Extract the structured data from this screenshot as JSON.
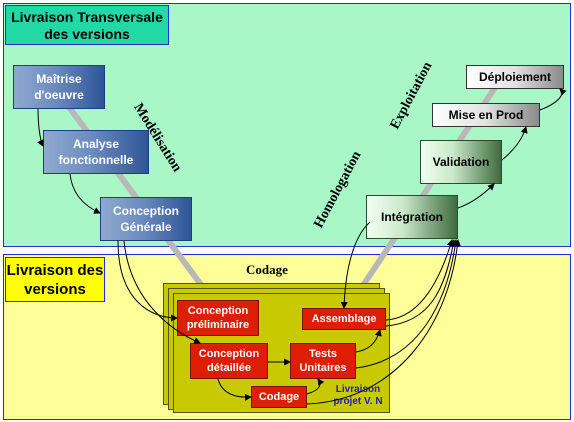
{
  "panels": {
    "top_title": "Livraison Transversale des versions",
    "bottom_title": "Livraison des versions"
  },
  "left_chain": {
    "maitrise": "Maîtrise d'oeuvre",
    "analyse": "Analyse fonctionnelle",
    "conception_generale": "Conception Générale"
  },
  "right_chain": {
    "integration": "Intégration",
    "validation": "Validation",
    "mise_en_prod": "Mise en Prod",
    "deploiement": "Déploiement"
  },
  "phase_labels": {
    "modelisation": "Modélisation",
    "homologation": "Homologation",
    "exploitation": "Exploitation",
    "codage": "Codage"
  },
  "codage_box": {
    "conception_preliminaire": "Conception préliminaire",
    "conception_detaillee": "Conception détaillée",
    "codage": "Codage",
    "tests_unitaires": "Tests Unitaires",
    "assemblage": "Assemblage",
    "livraison_projet": "Livraison projet V. N"
  },
  "colors": {
    "top_panel": "#a9f7c7",
    "bottom_panel": "#ffff99",
    "task_red": "#dd1e00",
    "sheet_olive": "#c9c900"
  }
}
